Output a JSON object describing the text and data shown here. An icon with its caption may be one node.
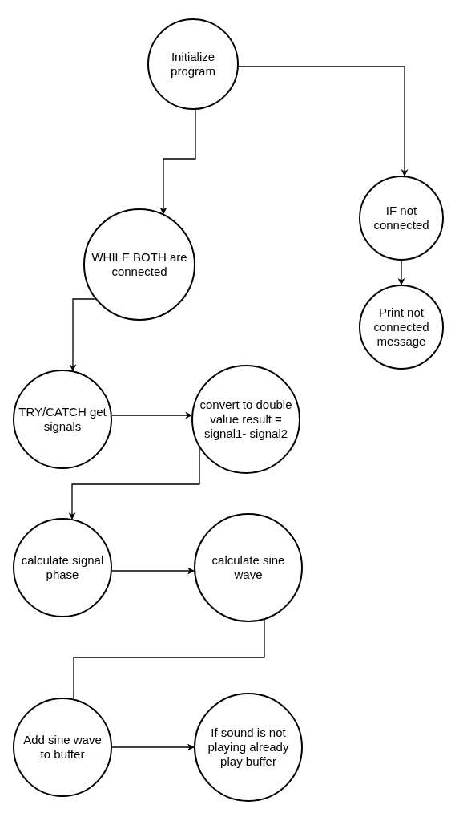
{
  "diagram": {
    "nodes": [
      {
        "text": [
          "Initialize program"
        ]
      },
      {
        "text": [
          "IF not connected"
        ]
      },
      {
        "text": [
          "Print not connected message"
        ]
      },
      {
        "text": [
          "WHILE BOTH are connected"
        ]
      },
      {
        "text": [
          "TRY/CATCH get signals"
        ]
      },
      {
        "text": [
          "convert to double value result = signal1- signal2"
        ]
      },
      {
        "text": [
          "calculate signal phase"
        ]
      },
      {
        "text": [
          "calculate sine wave"
        ]
      },
      {
        "text": [
          "Add sine wave to buffer"
        ]
      },
      {
        "text": [
          "If sound is not playing already play buffer"
        ]
      }
    ],
    "edges": [
      {
        "from": 0,
        "to": 3,
        "arrow": "to"
      },
      {
        "from": 0,
        "to": 1,
        "arrow": "to"
      },
      {
        "from": 1,
        "to": 2,
        "arrow": "to"
      },
      {
        "from": 3,
        "to": 4,
        "arrow": "to"
      },
      {
        "from": 4,
        "to": 5,
        "arrow": "to"
      },
      {
        "from": 5,
        "to": 6,
        "arrow": "to"
      },
      {
        "from": 6,
        "to": 7,
        "arrow": "to"
      },
      {
        "from": 7,
        "to": 8,
        "arrow": "none"
      },
      {
        "from": 8,
        "to": 9,
        "arrow": "to"
      }
    ]
  }
}
